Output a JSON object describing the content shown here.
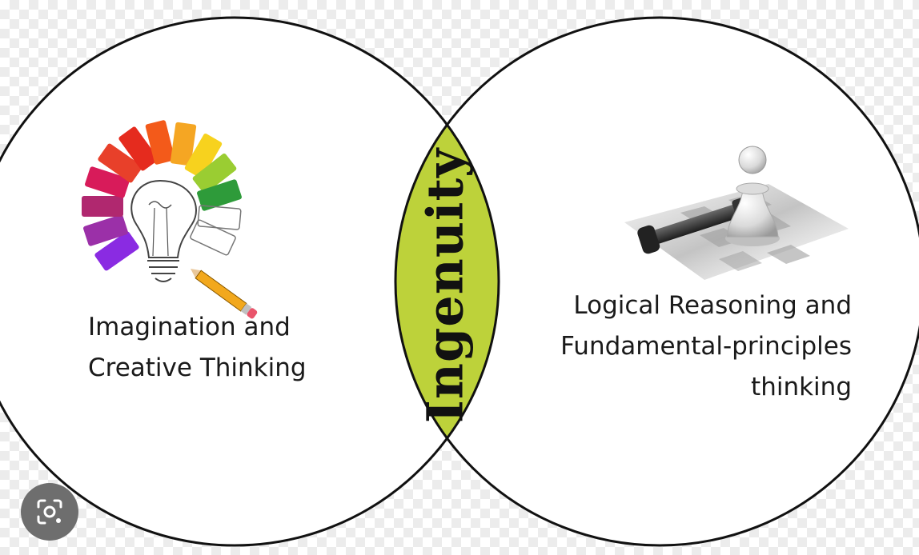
{
  "diagram": {
    "left_label_lines": [
      "Imagination and",
      "Creative Thinking"
    ],
    "center_label": "Ingenuity",
    "right_label_lines": [
      "Logical Reasoning and",
      "Fundamental-principles",
      "thinking"
    ]
  },
  "colors": {
    "intersection": "#bdd23a",
    "circle_fill": "#ffffff",
    "circle_stroke": "#111111",
    "lens_button": "#6e6e6e"
  },
  "icons": {
    "left_illustration": "lightbulb-pencil-icon",
    "right_illustration": "chess-pawn-king-icon",
    "overlay_button": "camera-lens-icon"
  }
}
